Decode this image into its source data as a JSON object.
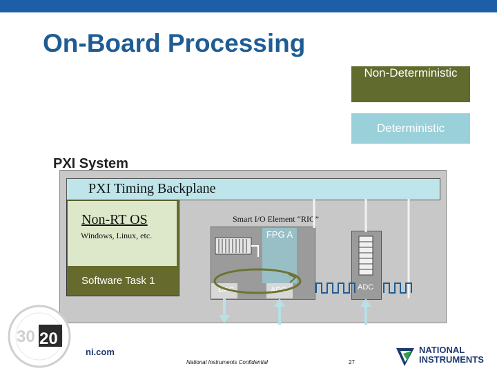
{
  "slide": {
    "title": "On-Board Processing",
    "footer_left": "ni.com",
    "confidential": "National Instruments Confidential",
    "page_number": "27"
  },
  "legend": {
    "non_deterministic": "Non-Deterministic",
    "deterministic": "Deterministic"
  },
  "diagram": {
    "pxi_system": "PXI System",
    "backplane": "PXI Timing Backplane",
    "os_title": "Non-RT OS",
    "os_subtitle": "Windows, Linux, etc.",
    "software_task": "Software Task 1",
    "rio_label": "Smart I/O Element “RIO”",
    "fpga": "FPG A",
    "dac": "DAC",
    "adc": "ADC",
    "adc2": "ADC"
  },
  "logos": {
    "badge": "30 20",
    "company": "NATIONAL INSTRUMENTS"
  },
  "colors": {
    "title": "#1f5c94",
    "non_deterministic": "#616b2e",
    "deterministic": "#9ad0d9",
    "backplane": "#bde5ea"
  }
}
